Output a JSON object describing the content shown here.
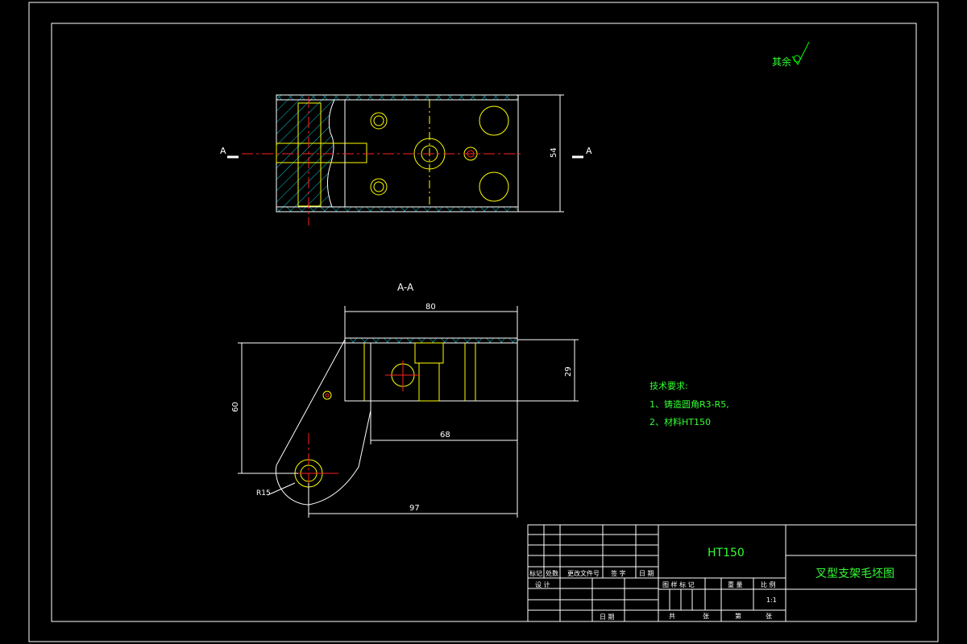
{
  "surface_finish_note": "其余",
  "section_marker_left": "A",
  "section_marker_right": "A",
  "section_view_label": "A-A",
  "dimensions": {
    "top_height": "54",
    "section_top_width": "80",
    "section_height_right": "29",
    "section_height_left": "60",
    "inner_width": "68",
    "total_width": "97",
    "radius": "R15"
  },
  "technical_requirements": {
    "title": "技术要求:",
    "item1": "1、铸造圆角R3-R5,",
    "item2": "2、材料HT150"
  },
  "title_block": {
    "material": "HT150",
    "drawing_name": "叉型支架毛坯图",
    "scale": "1:1",
    "row_labels": [
      "标记",
      "处数",
      "更改文件号",
      "签 字",
      "日 期"
    ],
    "design": "设 计",
    "date": "日 期",
    "stage_headers": [
      "图 样 标 记",
      "重 量",
      "比 例"
    ],
    "sheet_labels": [
      "共",
      "张",
      "第",
      "张"
    ]
  }
}
